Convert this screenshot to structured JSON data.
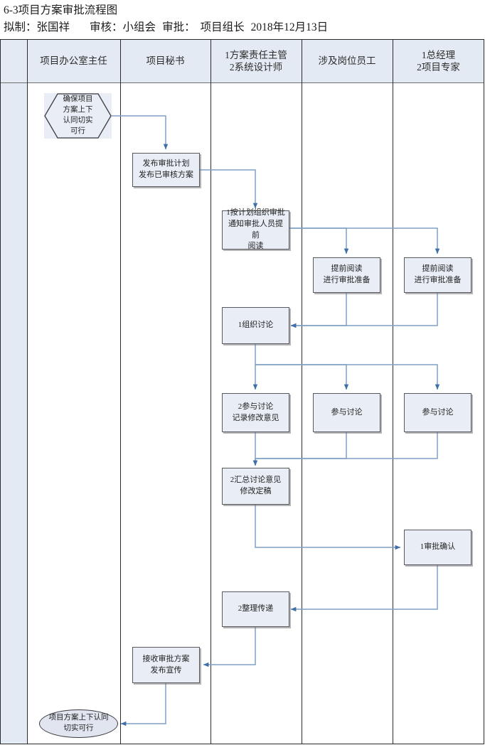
{
  "document": {
    "title": "6-3项目方案审批流程图",
    "meta": {
      "prepared_label": "拟制：",
      "prepared_by": "张国祥",
      "reviewed_label": "审核：",
      "reviewed_by": "小组会",
      "approved_label": "审批：",
      "approved_by": "项目组长",
      "date": "2018年12月13日"
    }
  },
  "colors": {
    "lane_header_fill": "#e4eaf3",
    "node_fill": "#e8edf6",
    "node_border": "#58585d",
    "connector": "#7f9fc4",
    "arrowhead": "#3f6fa8",
    "frame": "#2b2b2b"
  },
  "lanes": [
    {
      "id": "lane-blank",
      "label": ""
    },
    {
      "id": "lane-office-dir",
      "label": "项目办公室主任"
    },
    {
      "id": "lane-secretary",
      "label": "项目秘书"
    },
    {
      "id": "lane-supervisor",
      "label": "1方案责任主管\n2系统设计师",
      "line1": "1方案责任主管",
      "line2": "2系统设计师"
    },
    {
      "id": "lane-staff",
      "label": "涉及岗位员工"
    },
    {
      "id": "lane-gm",
      "label": "1总经理\n2项目专家",
      "line1": "1总经理",
      "line2": "2项目专家"
    }
  ],
  "nodes": [
    {
      "id": "n-start-hex",
      "shape": "hexagon",
      "lane": "lane-office-dir",
      "lines": [
        "确保项目",
        "方案上下",
        "认同切实",
        "可行"
      ]
    },
    {
      "id": "n-publish-plan",
      "shape": "process",
      "lane": "lane-secretary",
      "lines": [
        "发布审批计划",
        "发布已审核方案"
      ]
    },
    {
      "id": "n-organize-review",
      "shape": "process",
      "lane": "lane-supervisor",
      "lines": [
        "1按计划组织审批",
        "通知审批人员提前",
        "阅读"
      ]
    },
    {
      "id": "n-preread-staff",
      "shape": "process",
      "lane": "lane-staff",
      "lines": [
        "提前阅读",
        "进行审批准备"
      ]
    },
    {
      "id": "n-preread-gm",
      "shape": "process",
      "lane": "lane-gm",
      "lines": [
        "提前阅读",
        "进行审批准备"
      ]
    },
    {
      "id": "n-organize-discussion",
      "shape": "process",
      "lane": "lane-supervisor",
      "lines": [
        "1组织讨论"
      ]
    },
    {
      "id": "n-join-discussion-main",
      "shape": "process",
      "lane": "lane-supervisor",
      "lines": [
        "2参与讨论",
        "记录修改意见"
      ]
    },
    {
      "id": "n-join-discussion-staff",
      "shape": "process",
      "lane": "lane-staff",
      "lines": [
        "参与讨论"
      ]
    },
    {
      "id": "n-join-discussion-gm",
      "shape": "process",
      "lane": "lane-gm",
      "lines": [
        "参与讨论"
      ]
    },
    {
      "id": "n-summarize",
      "shape": "process",
      "lane": "lane-supervisor",
      "lines": [
        "2汇总讨论意见",
        "修改定稿"
      ]
    },
    {
      "id": "n-approve-confirm",
      "shape": "process",
      "lane": "lane-gm",
      "lines": [
        "1审批确认"
      ]
    },
    {
      "id": "n-organize-deliver",
      "shape": "process",
      "lane": "lane-supervisor",
      "lines": [
        "2整理传递"
      ]
    },
    {
      "id": "n-receive-publish",
      "shape": "process",
      "lane": "lane-secretary",
      "lines": [
        "接收审批方案",
        "发布宣传"
      ]
    },
    {
      "id": "n-end-oval",
      "shape": "terminator",
      "lane": "lane-office-dir",
      "lines": [
        "项目方案上下认同",
        "切实可行"
      ]
    }
  ]
}
